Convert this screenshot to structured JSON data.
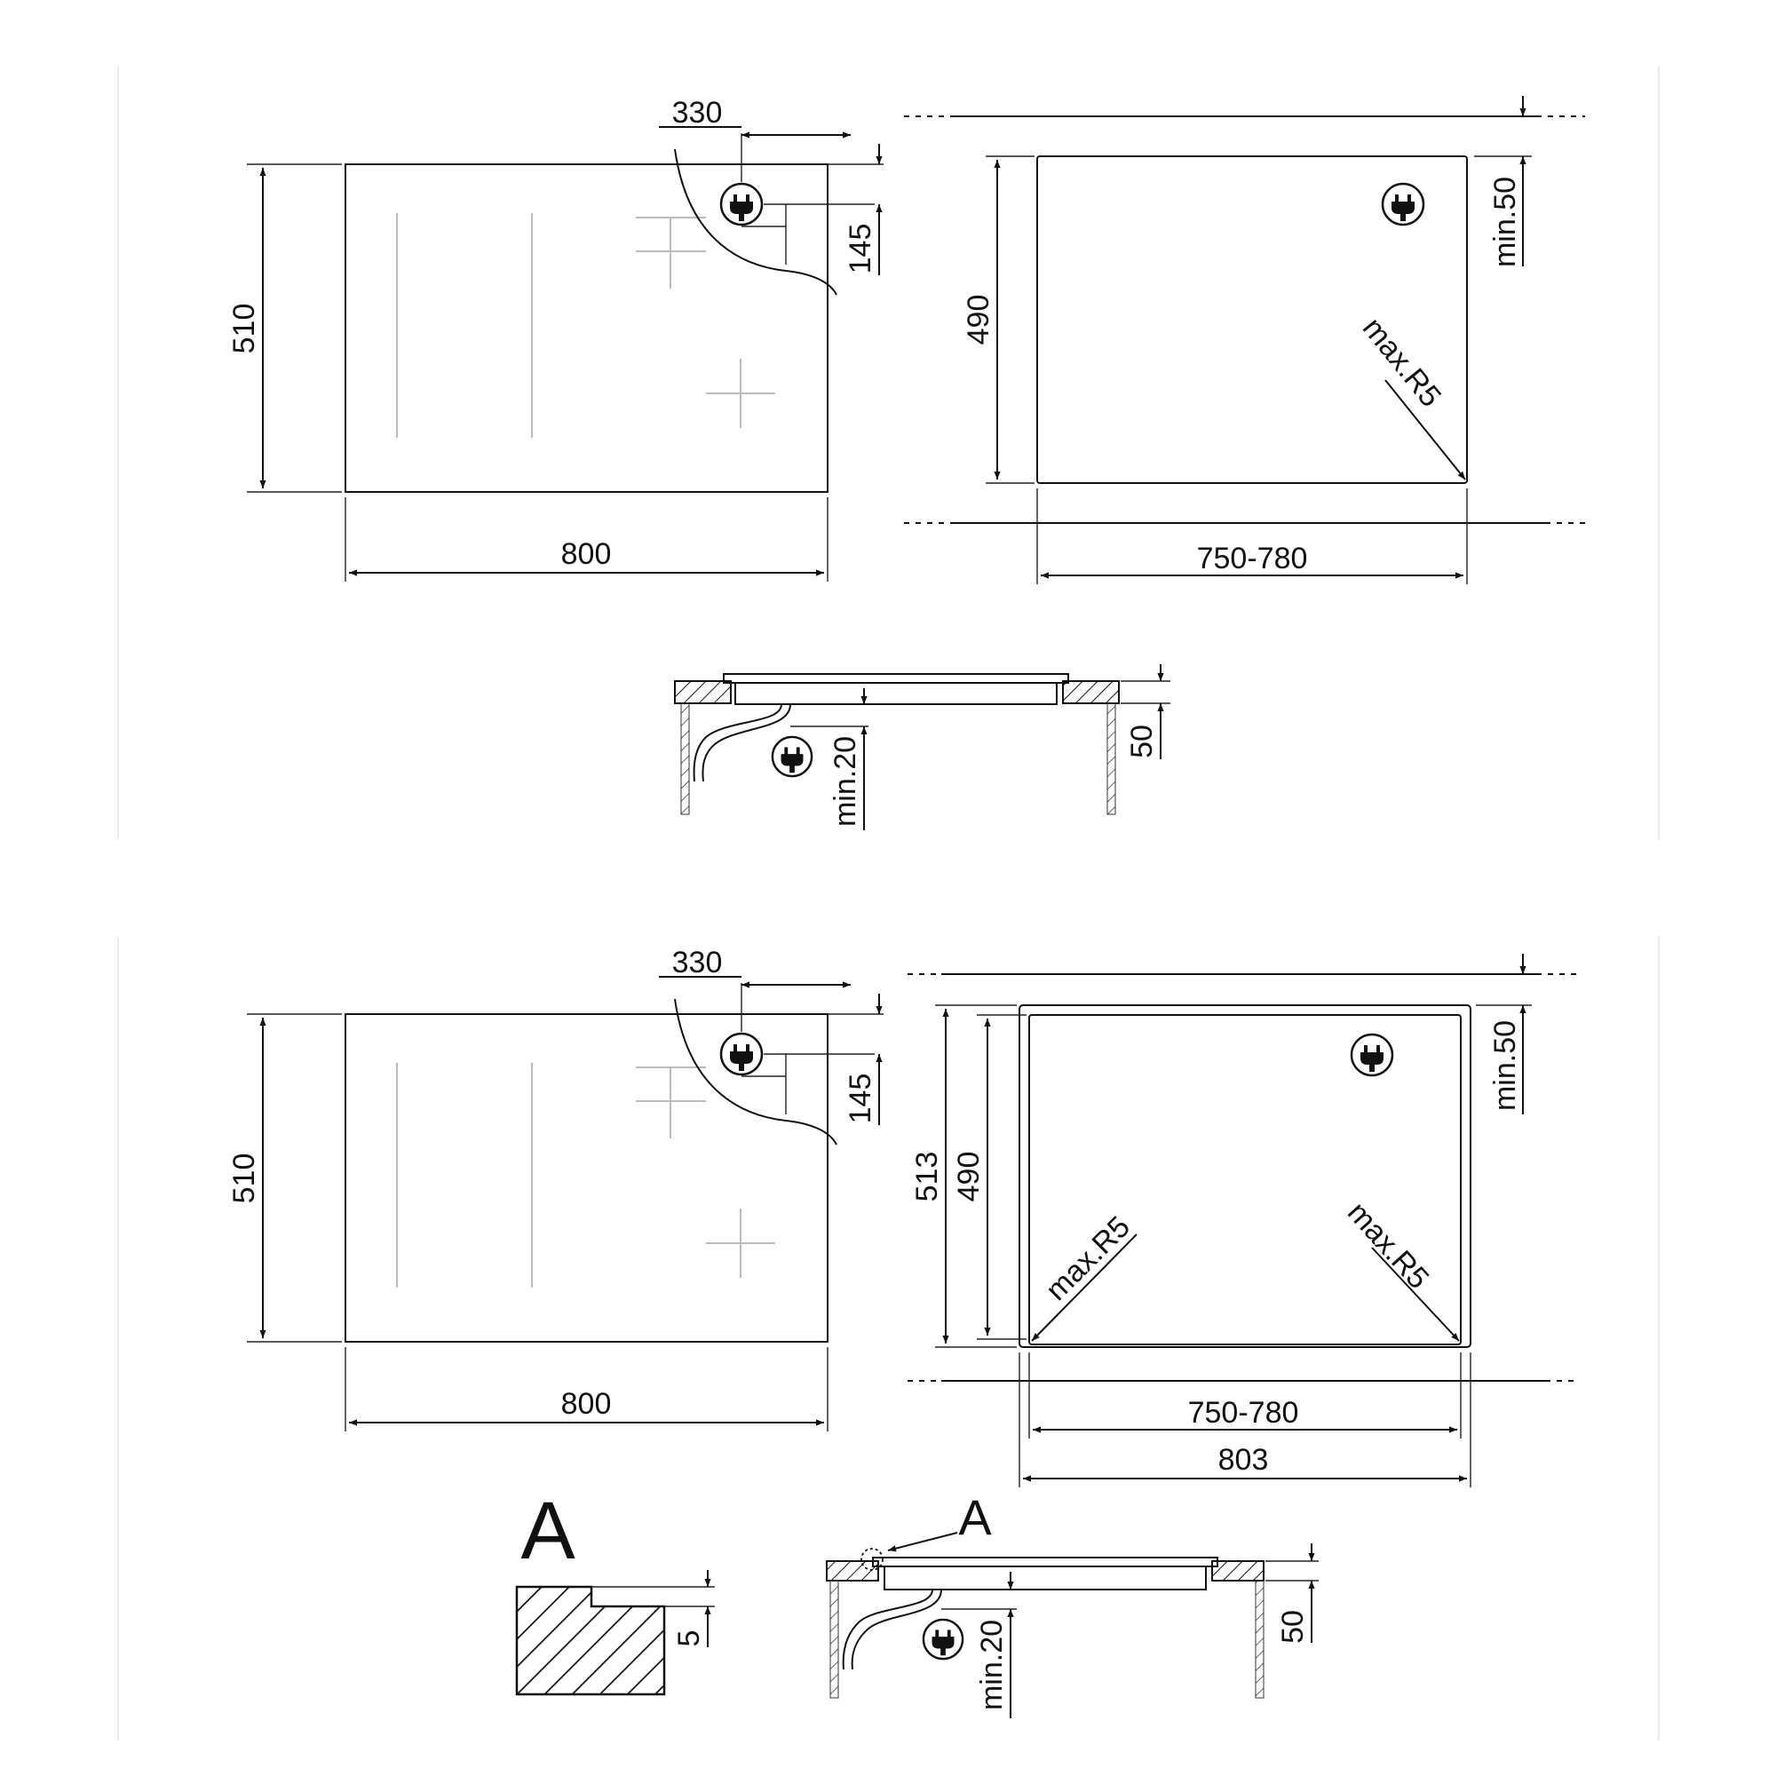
{
  "colors": {
    "line": "#111111",
    "faint": "#bbbbbb",
    "background": "#ffffff"
  },
  "icons": {
    "plug": "plug-socket-icon"
  },
  "diagram1": {
    "hob_width": "800",
    "hob_depth": "510",
    "plug_offset_x": "330",
    "plug_offset_y": "145",
    "cutout_width": "750-780",
    "cutout_depth": "490",
    "clearance_top": "min.50",
    "corner_radius": "max.R5",
    "section_depth": "50",
    "section_clearance": "min.20"
  },
  "diagram2": {
    "hob_width": "800",
    "hob_depth": "510",
    "plug_offset_x": "330",
    "plug_offset_y": "145",
    "cutout_width": "750-780",
    "outer_width": "803",
    "cutout_depth": "490",
    "outer_depth": "513",
    "clearance_top": "min.50",
    "corner_radius_left": "max.R5",
    "corner_radius_right": "max.R5",
    "detail_label": "A",
    "detail_step": "5",
    "section_label": "A",
    "section_depth": "50",
    "section_clearance": "min.20"
  }
}
